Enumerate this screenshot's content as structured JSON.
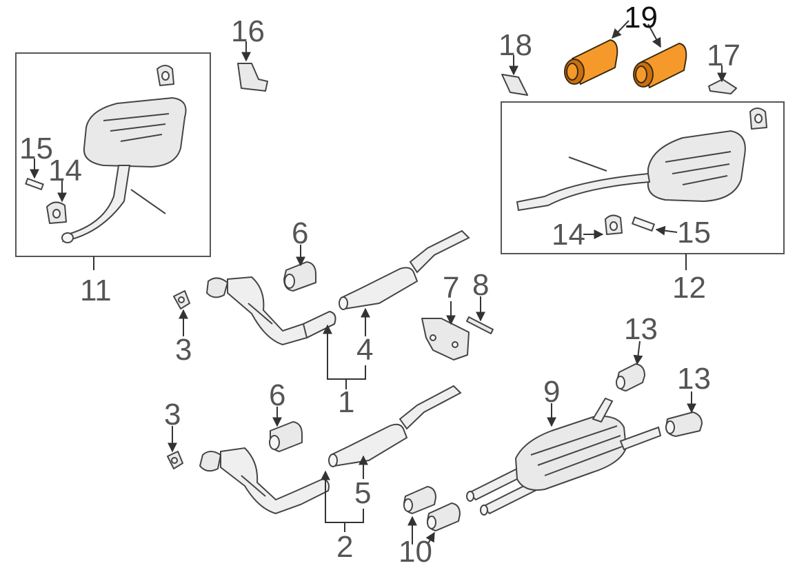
{
  "accent_color": "#f59a2a",
  "callouts": {
    "c1": "1",
    "c2": "2",
    "c3a": "3",
    "c3b": "3",
    "c4": "4",
    "c5": "5",
    "c6a": "6",
    "c6b": "6",
    "c7": "7",
    "c8": "8",
    "c9": "9",
    "c10": "10",
    "c11": "11",
    "c12": "12",
    "c13a": "13",
    "c13b": "13",
    "c14a": "14",
    "c14b": "14",
    "c15a": "15",
    "c15b": "15",
    "c16": "16",
    "c17": "17",
    "c18": "18",
    "c19": "19"
  }
}
